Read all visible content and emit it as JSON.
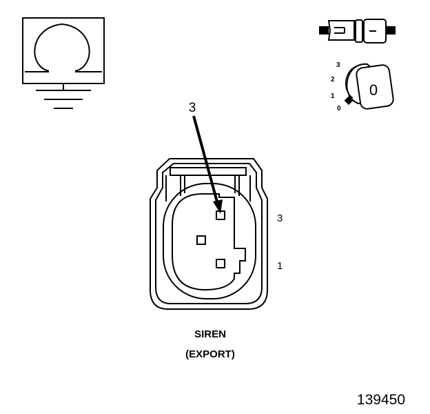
{
  "callout": {
    "pin_number": "3"
  },
  "key_switch": {
    "positions": [
      "3",
      "2",
      "1",
      "0"
    ],
    "key_label": "0"
  },
  "connector": {
    "side_labels": {
      "upper": "3",
      "lower": "1"
    }
  },
  "caption": {
    "line1": "SIREN",
    "line2": "(EXPORT)"
  },
  "figure_id": "139450",
  "colors": {
    "ink": "#000000",
    "background": "#ffffff"
  }
}
